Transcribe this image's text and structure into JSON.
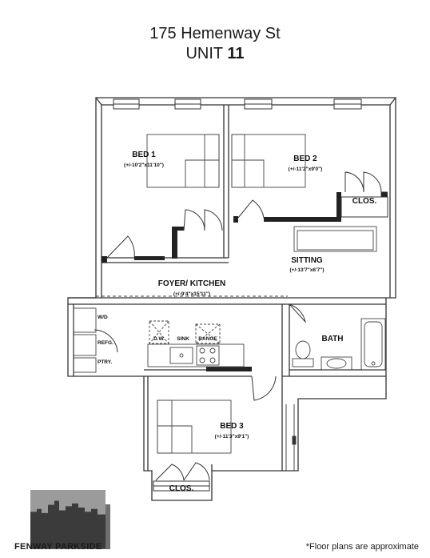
{
  "header": {
    "address": "175 Hemenway St",
    "unit_prefix": "UNIT",
    "unit_number": "11"
  },
  "rooms": {
    "bed1": {
      "name": "BED 1",
      "dims": "(+/-10'2\"x11'10\")"
    },
    "bed2": {
      "name": "BED 2",
      "dims": "(+/-11'2\"x9'0\")"
    },
    "closet_top": {
      "name": "CLOS."
    },
    "sitting": {
      "name": "SITTING",
      "dims": "(+/-13'7\"x6'7\")"
    },
    "foyer_kitchen": {
      "name": "FOYER/ KITCHEN",
      "dims": "(+/-9'4\"x15'11\")"
    },
    "bath": {
      "name": "BATH"
    },
    "bed3": {
      "name": "BED 3",
      "dims": "(+/-11'3\"x9'1\")"
    },
    "closet_bottom": {
      "name": "CLOS."
    }
  },
  "fixtures": {
    "washer_dryer": "W/D",
    "refrigerator": "REFG.",
    "pantry": "PTRY.",
    "dishwasher": "D.W.",
    "sink": "SINK",
    "range": "RANGE"
  },
  "footer": {
    "brand": "FENWAY PARKSIDE",
    "note": "*Floor plans are approximate"
  }
}
